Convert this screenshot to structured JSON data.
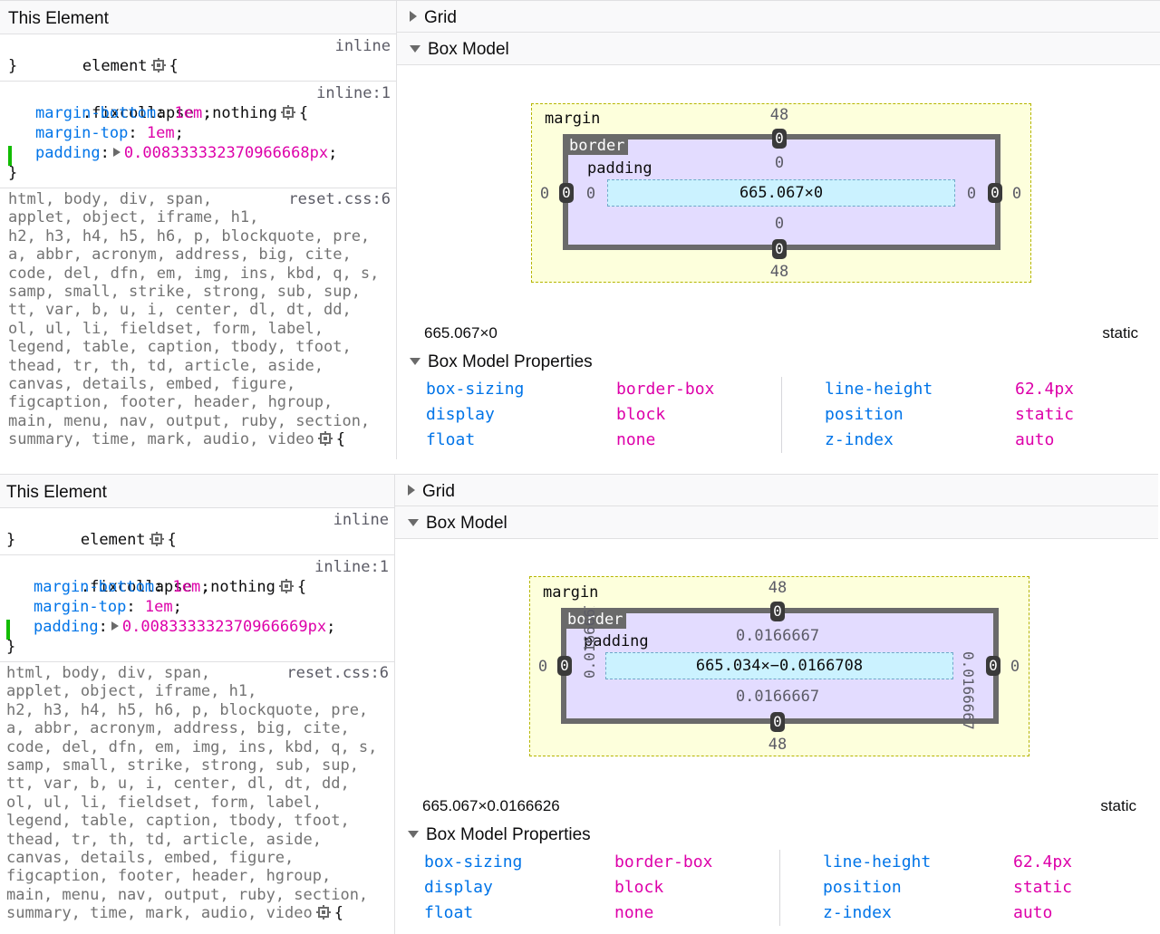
{
  "panels": [
    {
      "rules_header": "This Element",
      "element_rule": {
        "selector": "element",
        "brace_open": "{",
        "brace_close": "}",
        "source": "inline"
      },
      "fix_rule": {
        "selector": ".fixcollapse .nothing",
        "brace_open": "{",
        "brace_close": "}",
        "source": "inline:1",
        "decls": [
          {
            "prop": "margin-bottom",
            "value": "1em"
          },
          {
            "prop": "margin-top",
            "value": "1em"
          },
          {
            "prop": "padding",
            "value": "0.008333332370966668px"
          }
        ]
      },
      "reset_rule": {
        "source": "reset.css:6",
        "lines": [
          "html, body, div, span,",
          "applet, object, iframe, h1,",
          "h2, h3, h4, h5, h6, p, blockquote, pre,",
          "a, abbr, acronym, address, big, cite,",
          "code, del, dfn, em, img, ins, kbd, q, s,",
          "samp, small, strike, strong, sub, sup,",
          "tt, var, b, u, i, center, dl, dt, dd,",
          "ol, ul, li, fieldset, form, label,",
          "legend, table, caption, tbody, tfoot,",
          "thead, tr, th, td, article, aside,",
          "canvas, details, embed, figure,",
          "figcaption, footer, header, hgroup,",
          "main, menu, nav, output, ruby, section,",
          "summary, time, mark, audio, video"
        ],
        "brace_open": "{"
      },
      "grid_label": "Grid",
      "box_model_label": "Box Model",
      "box": {
        "margin_label": "margin",
        "border_label": "border",
        "padding_label": "padding",
        "margin_top": "48",
        "margin_bottom": "48",
        "margin_left": "0",
        "margin_right": "0",
        "border_top": "0",
        "border_bottom": "0",
        "border_left": "0",
        "border_right": "0",
        "padding_top": "0",
        "padding_bottom": "0",
        "padding_left": "0",
        "padding_right": "0",
        "content": "665.067×0"
      },
      "dims": "665.067×0",
      "position_value": "static",
      "props_label": "Box Model Properties",
      "props": [
        {
          "name": "box-sizing",
          "value": "border-box"
        },
        {
          "name": "display",
          "value": "block"
        },
        {
          "name": "float",
          "value": "none"
        },
        {
          "name": "line-height",
          "value": "62.4px"
        },
        {
          "name": "position",
          "value": "static"
        },
        {
          "name": "z-index",
          "value": "auto"
        }
      ]
    },
    {
      "rules_header": "This Element",
      "element_rule": {
        "selector": "element",
        "brace_open": "{",
        "brace_close": "}",
        "source": "inline"
      },
      "fix_rule": {
        "selector": ".fixcollapse .nothing",
        "brace_open": "{",
        "brace_close": "}",
        "source": "inline:1",
        "decls": [
          {
            "prop": "margin-bottom",
            "value": "1em"
          },
          {
            "prop": "margin-top",
            "value": "1em"
          },
          {
            "prop": "padding",
            "value": "0.008333332370966669px"
          }
        ]
      },
      "reset_rule": {
        "source": "reset.css:6",
        "lines": [
          "html, body, div, span,",
          "applet, object, iframe, h1,",
          "h2, h3, h4, h5, h6, p, blockquote, pre,",
          "a, abbr, acronym, address, big, cite,",
          "code, del, dfn, em, img, ins, kbd, q, s,",
          "samp, small, strike, strong, sub, sup,",
          "tt, var, b, u, i, center, dl, dt, dd,",
          "ol, ul, li, fieldset, form, label,",
          "legend, table, caption, tbody, tfoot,",
          "thead, tr, th, td, article, aside,",
          "canvas, details, embed, figure,",
          "figcaption, footer, header, hgroup,",
          "main, menu, nav, output, ruby, section,",
          "summary, time, mark, audio, video"
        ],
        "brace_open": "{"
      },
      "grid_label": "Grid",
      "box_model_label": "Box Model",
      "box": {
        "margin_label": "margin",
        "border_label": "border",
        "padding_label": "padding",
        "margin_top": "48",
        "margin_bottom": "48",
        "margin_left": "0",
        "margin_right": "0",
        "border_top": "0",
        "border_bottom": "0",
        "border_left": "0",
        "border_right": "0",
        "padding_top": "0.0166667",
        "padding_bottom": "0.0166667",
        "padding_left": "0.0166667",
        "padding_right": "0.0166667",
        "content": "665.034×−0.0166708"
      },
      "dims": "665.067×0.0166626",
      "position_value": "static",
      "props_label": "Box Model Properties",
      "props": [
        {
          "name": "box-sizing",
          "value": "border-box"
        },
        {
          "name": "display",
          "value": "block"
        },
        {
          "name": "float",
          "value": "none"
        },
        {
          "name": "line-height",
          "value": "62.4px"
        },
        {
          "name": "position",
          "value": "static"
        },
        {
          "name": "z-index",
          "value": "auto"
        }
      ]
    }
  ],
  "colors": {
    "property": "#0074e8",
    "value": "#dd00a9",
    "margin_bg": "#fdffdc",
    "border_bg": "#e3dcff",
    "content_bg": "#cbf2ff"
  }
}
